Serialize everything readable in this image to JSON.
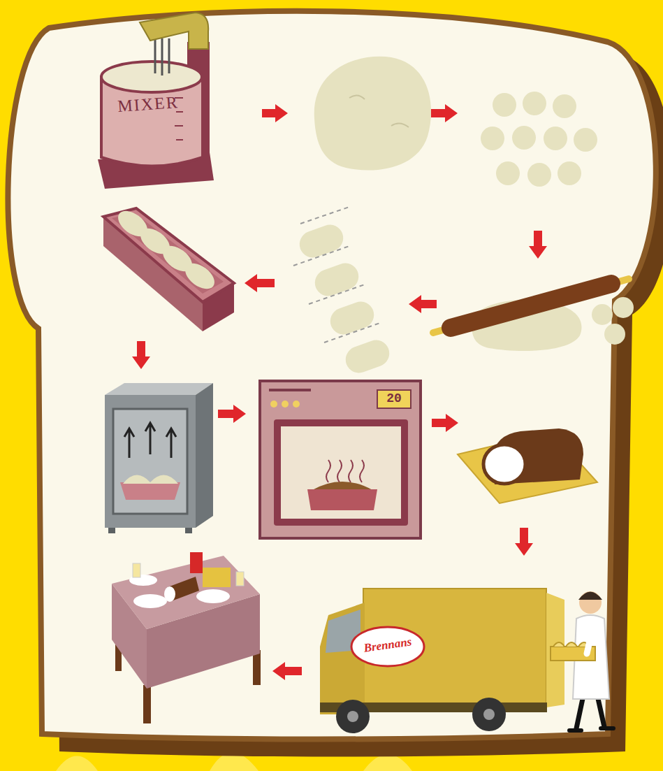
{
  "diagram": {
    "labels": [
      "MIXER",
      "20",
      "Brennans"
    ]
  }
}
